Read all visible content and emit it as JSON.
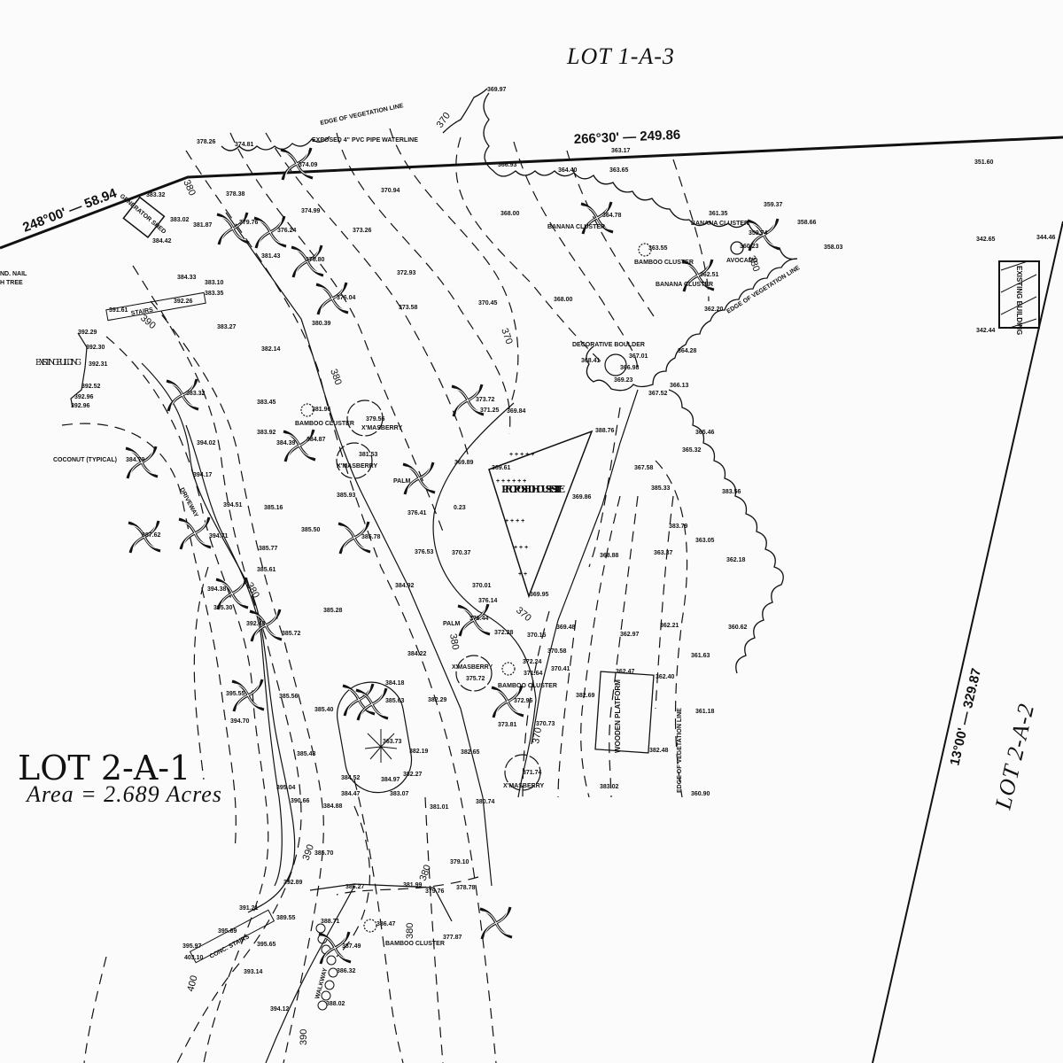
{
  "lots": {
    "north": "LOT 1-A-3",
    "subject": "LOT 2-A-1",
    "subject_area": "Area = 2.689 Acres",
    "east": "LOT 2-A-2"
  },
  "bearings": {
    "west_boundary": "248°00' — 58.94",
    "north_boundary": "266°30' — 249.86",
    "east_boundary": "13°00' — 329.87"
  },
  "labels": {
    "fd_nail_1": "ND. NAIL",
    "fd_nail_2": "H TREE",
    "existing_building": "EXISTING BUILDING",
    "existing_building_east": "EXISTING BUILDING",
    "generator_shed": "GENERATOR SHED",
    "stairs": "STAIRS",
    "driveway": "DRIVEWAY",
    "coconut": "COCONUT (TYPICAL)",
    "edge_veg_north": "EDGE OF VEGETATION LINE",
    "edge_veg_ne": "EDGE OF VEGETATION LINE",
    "edge_veg_east": "EDGE OF VEGETATION LINE",
    "pvc_waterline": "EXPOSED 4\" PVC PIPE WATERLINE",
    "banana_1": "BANANA CLUSTER",
    "banana_2": "BANANA CLUSTER",
    "banana_3": "BANANA CLUSTER",
    "bamboo_1": "BAMBOO CLUSTER",
    "bamboo_2": "BAMBOO CLUSTER",
    "bamboo_3": "BAMBOO CLUSTER",
    "bamboo_4": "BAMBOO CLUSTER",
    "avocado": "AVOCADO",
    "boulder": "DECORATIVE BOULDER",
    "house_site": "PROPOSED HOUSE SITE",
    "palm_1": "PALM",
    "palm_2": "PALM",
    "xmasberry_1": "X'MASBERRY",
    "xmasberry_2": "X'MASBERRY",
    "xmasberry_3": "X'MASBERRY",
    "xmasberry_4": "X'MASBERRY",
    "wooden_platform": "WOODEN PLATFORM",
    "conc_stairs": "CONC. STAIRS",
    "walkway": "WALKWAY"
  },
  "contours": [
    "370",
    "370",
    "370",
    "380",
    "380",
    "380",
    "380",
    "380",
    "380",
    "390",
    "390",
    "390",
    "400",
    "380",
    "370"
  ],
  "elevations": [
    "369.97",
    "378.26",
    "374.81",
    "374.09",
    "370.94",
    "366.93",
    "363.17",
    "364.40",
    "363.65",
    "351.60",
    "383.32",
    "383.02",
    "381.87",
    "378.38",
    "379.76",
    "374.99",
    "376.24",
    "373.26",
    "384.42",
    "381.43",
    "376.80",
    "372.93",
    "368.00",
    "364.78",
    "361.35",
    "359.37",
    "358.66",
    "358.03",
    "359.74",
    "363.55",
    "362.51",
    "360.23",
    "384.33",
    "383.10",
    "383.35",
    "376.04",
    "373.58",
    "370.45",
    "368.00",
    "362.20",
    "383.27",
    "380.39",
    "392.29",
    "392.30",
    "392.31",
    "382.14",
    "364.28",
    "368.41",
    "367.01",
    "366.98",
    "369.23",
    "366.13",
    "367.52",
    "392.52",
    "392.96",
    "392.96",
    "383.32",
    "383.45",
    "373.72",
    "371.25",
    "369.84",
    "381.96",
    "379.56",
    "365.46",
    "388.76",
    "383.92",
    "394.02",
    "384.87",
    "384.39",
    "381.53",
    "365.32",
    "384.79",
    "369.89",
    "369.61",
    "367.58",
    "394.17",
    "376.41",
    "385.33",
    "369.86",
    "383.56",
    "385.93",
    "0.23",
    "383.79",
    "385.16",
    "394.51",
    "385.50",
    "385.78",
    "363.05",
    "387.62",
    "394.71",
    "385.77",
    "376.53",
    "370.37",
    "368.88",
    "363.37",
    "362.18",
    "385.61",
    "384.92",
    "370.01",
    "369.95",
    "394.38",
    "385.28",
    "395.30",
    "376.14",
    "376.44",
    "372.28",
    "370.15",
    "369.48",
    "362.97",
    "362.21",
    "360.62",
    "392.48",
    "385.72",
    "384.22",
    "370.58",
    "372.24",
    "375.72",
    "371.64",
    "370.41",
    "361.63",
    "362.47",
    "362.40",
    "395.55",
    "385.56",
    "384.18",
    "385.63",
    "382.29",
    "382.69",
    "361.18",
    "385.40",
    "372.96",
    "373.81",
    "370.73",
    "394.70",
    "382.19",
    "363.73",
    "382.48",
    "385.43",
    "382.65",
    "384.52",
    "384.97",
    "382.27",
    "371.74",
    "395.04",
    "384.47",
    "383.07",
    "381.01",
    "383.02",
    "360.90",
    "390.66",
    "384.88",
    "380.74",
    "385.70",
    "379.10",
    "392.89",
    "386.27",
    "381.99",
    "379.76",
    "378.78",
    "391.21",
    "389.55",
    "388.71",
    "386.47",
    "377.87",
    "395.65",
    "387.49",
    "386.32",
    "393.14",
    "394.12",
    "388.02",
    "342.65",
    "344.46",
    "342.44",
    "391.61",
    "392.26",
    "395.89",
    "395.97",
    "403.10"
  ]
}
